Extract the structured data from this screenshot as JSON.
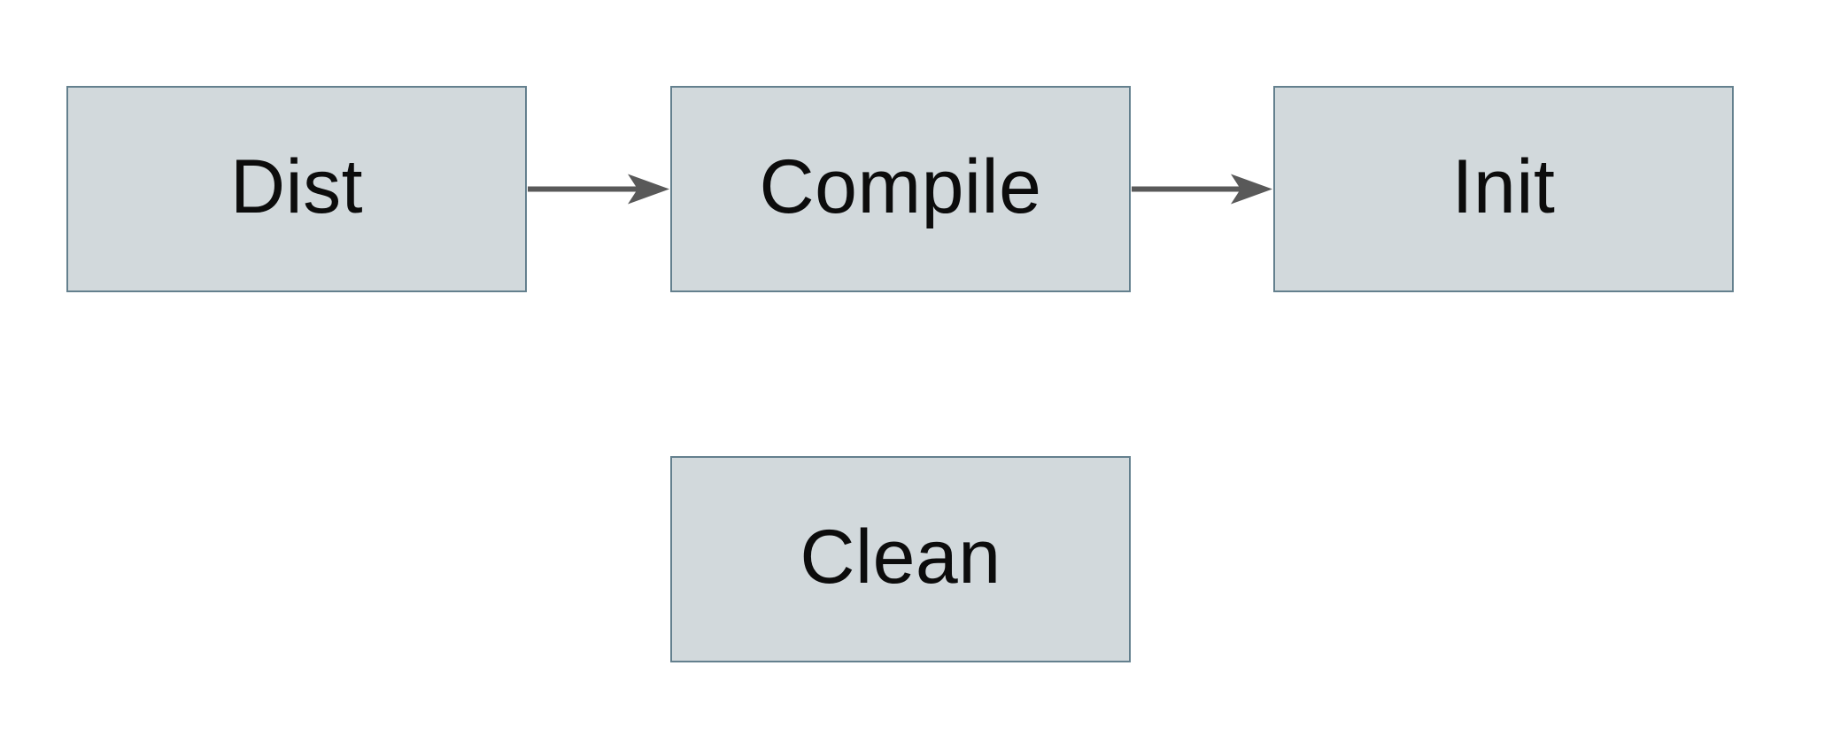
{
  "diagram": {
    "nodes": [
      {
        "id": "dist",
        "label": "Dist"
      },
      {
        "id": "compile",
        "label": "Compile"
      },
      {
        "id": "init",
        "label": "Init"
      },
      {
        "id": "clean",
        "label": "Clean"
      }
    ],
    "edges": [
      {
        "from": "Dist",
        "to": "Compile",
        "direction": "right"
      },
      {
        "from": "Compile",
        "to": "Init",
        "direction": "right"
      }
    ],
    "colors": {
      "node_fill": "#d2d9dc",
      "node_border": "#64808e",
      "arrow": "#595959",
      "text": "#0c0c0c",
      "background": "#ffffff"
    }
  }
}
